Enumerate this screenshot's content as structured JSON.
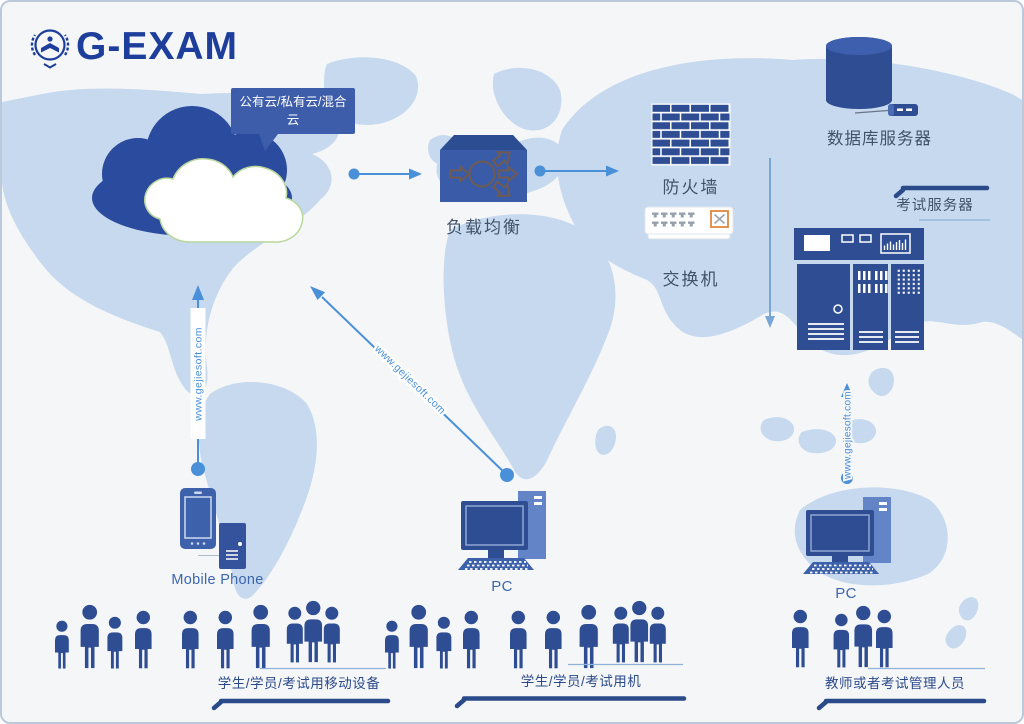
{
  "logo": {
    "text": "G-EXAM"
  },
  "callout": {
    "text": "公有云/私有云/混合云"
  },
  "nodes": {
    "load_balancer": {
      "label": "负载均衡"
    },
    "firewall": {
      "label": "防火墙"
    },
    "switch": {
      "label": "交换机"
    },
    "database_server": {
      "label": "数据库服务器"
    },
    "exam_server": {
      "label": "考试服务器"
    },
    "mobile_phone": {
      "label": "Mobile Phone"
    },
    "pc_center": {
      "label": "PC"
    },
    "pc_right": {
      "label": "PC"
    }
  },
  "user_groups": {
    "mobile_users": {
      "label": "学生/学员/考试用移动设备"
    },
    "pc_users": {
      "label": "学生/学员/考试用机"
    },
    "admins": {
      "label": "教师或者考试管理人员"
    }
  },
  "watermark": {
    "url_text": "www.gejiesoft.com"
  },
  "colors": {
    "primary_navy": "#2e4d92",
    "logo_blue": "#1d3f9b",
    "arrow_blue": "#4a90d8",
    "map_land": "#c6d9ee",
    "background": "#f5f6f8",
    "switch_orange": "#e0873f",
    "cloud_outline_green": "#b9d69c",
    "bubble_blue": "#3d5dab"
  }
}
